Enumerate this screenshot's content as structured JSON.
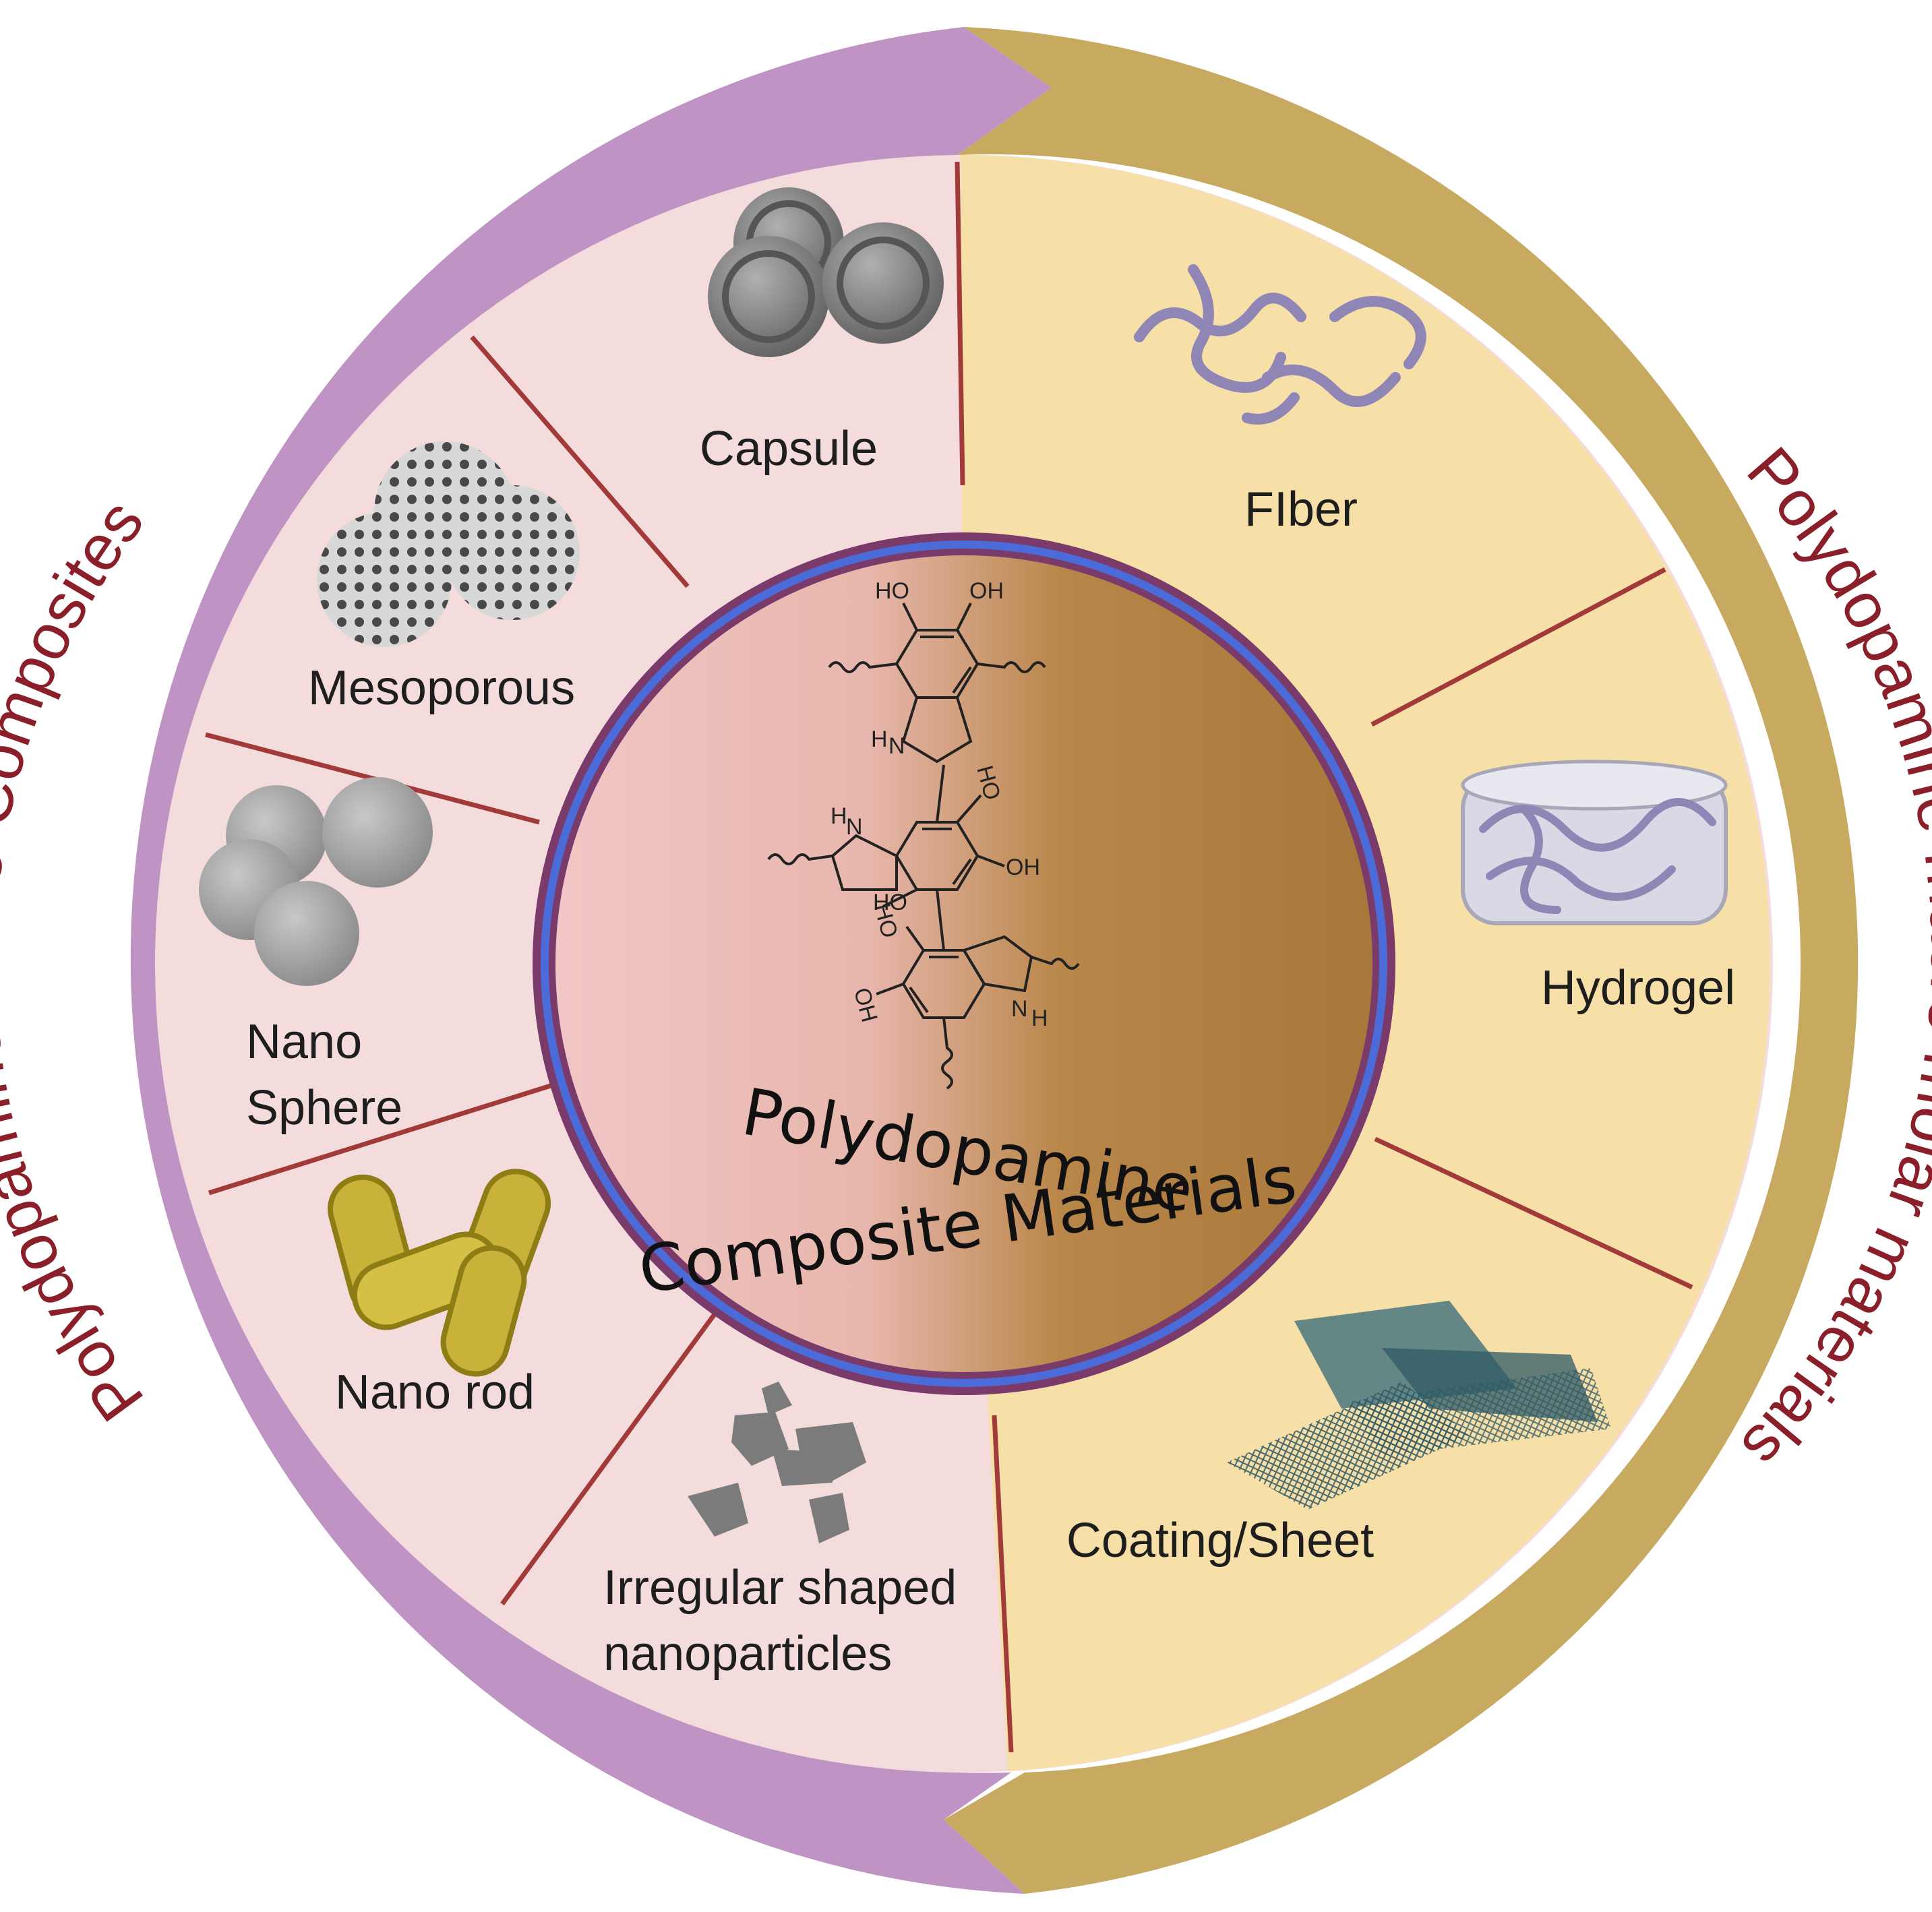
{
  "center": {
    "line1": "Polydopamine",
    "line2": "Composite Materials"
  },
  "outer_ring": {
    "left_label": "Polydopamine Nano-Composites",
    "right_label": "Polydopamine macro molar materials",
    "left_color": "#c093c5",
    "right_color": "#c7a960",
    "label_color": "#8a1f2a"
  },
  "left_segments": [
    {
      "name": "capsule",
      "label": "Capsule"
    },
    {
      "name": "mesoporous",
      "label": "Mesoporous"
    },
    {
      "name": "nano-sphere",
      "lines": [
        "Nano",
        "Sphere"
      ]
    },
    {
      "name": "nano-rod",
      "label": "Nano rod"
    },
    {
      "name": "irregular",
      "lines": [
        "Irregular shaped",
        "nanoparticles"
      ]
    }
  ],
  "right_segments": [
    {
      "name": "fiber",
      "label": "FIber"
    },
    {
      "name": "hydrogel",
      "label": "Hydrogel"
    },
    {
      "name": "coating",
      "label": "Coating/Sheet"
    }
  ],
  "chemistry": {
    "labels": [
      "HO",
      "OH",
      "HO",
      "OH",
      "HO",
      "OH",
      "HO",
      "N",
      "H",
      "N",
      "H",
      "N",
      "H"
    ]
  },
  "colors": {
    "left_fill": "#f4dcdc",
    "right_fill": "#f7dfa8",
    "divider": "#a33a3a",
    "center_left": "#f1c6c6",
    "center_right": "#a8773a"
  }
}
